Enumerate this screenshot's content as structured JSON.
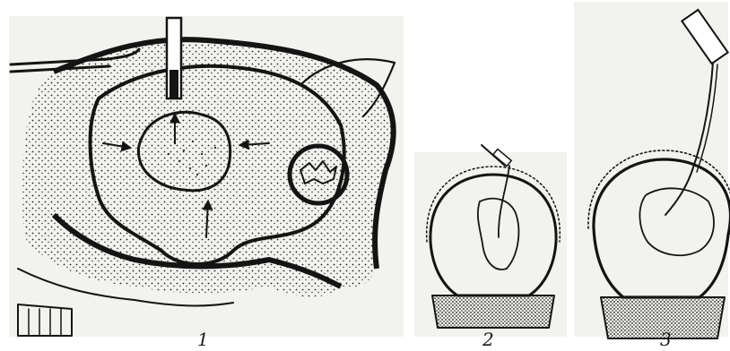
{
  "figure": {
    "panels": [
      {
        "label": "1"
      },
      {
        "label": "2"
      },
      {
        "label": "3"
      }
    ]
  }
}
